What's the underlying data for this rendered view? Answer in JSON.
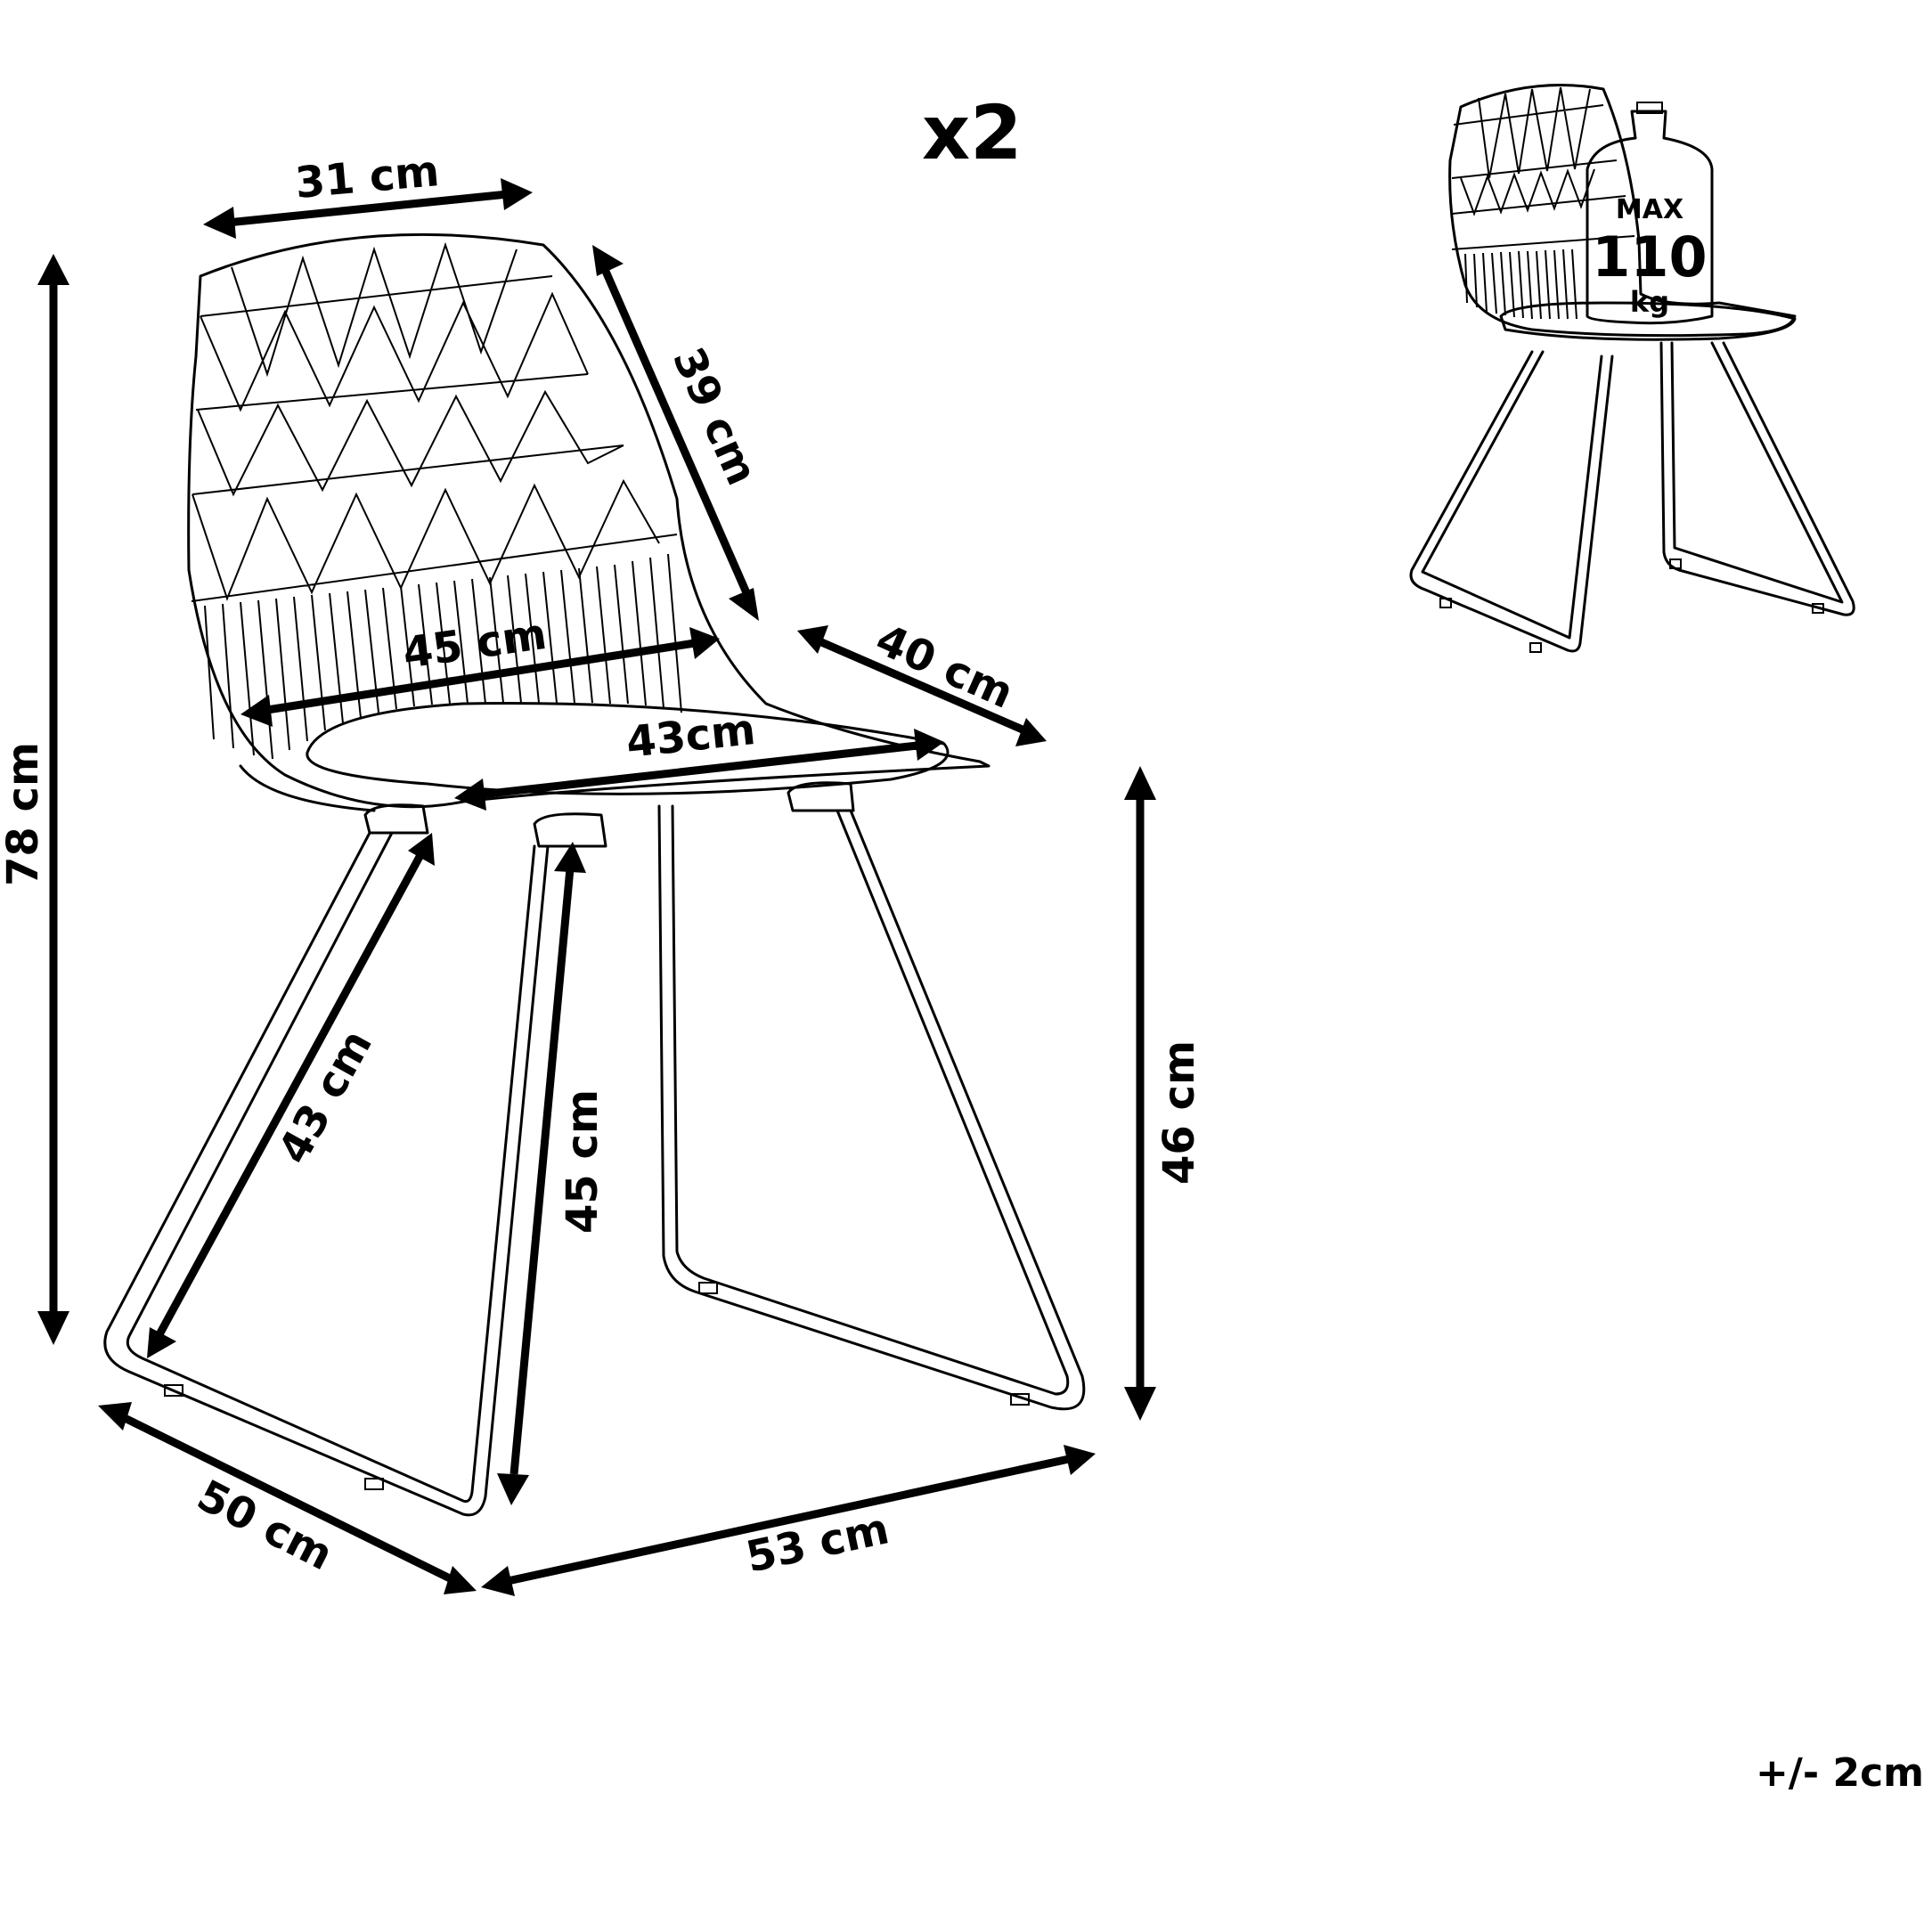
{
  "quantity": "x2",
  "tolerance": "+/- 2cm",
  "max_load": {
    "top": "MAX",
    "value": "110",
    "unit": "kg"
  },
  "dimensions": {
    "back_width": "31 cm",
    "back_depth": "39 cm",
    "total_height": "78 cm",
    "seat_width_back": "45 cm",
    "seat_depth_side": "40 cm",
    "seat_width": "43cm",
    "leg_front": "43 cm",
    "leg_side": "45 cm",
    "seat_height": "46 cm",
    "base_depth": "50 cm",
    "base_width": "53 cm"
  }
}
